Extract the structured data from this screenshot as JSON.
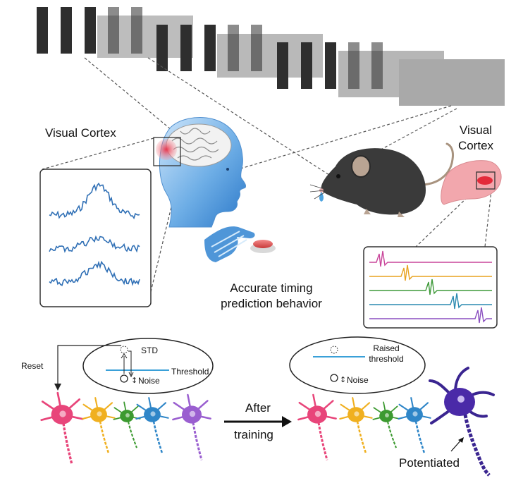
{
  "labels": {
    "visual_cortex_human": "Visual Cortex",
    "visual_cortex_mouse_line1": "Visual",
    "visual_cortex_mouse_line2": "Cortex",
    "behavior_line1": "Accurate timing",
    "behavior_line2": "prediction behavior",
    "reset": "Reset",
    "std": "STD",
    "threshold": "Threshold",
    "noise_left": "Noise",
    "raised_threshold_line1": "Raised",
    "raised_threshold_line2": "threshold",
    "noise_right": "Noise",
    "after_line1": "After",
    "after_line2": "training",
    "potentiated": "Potentiated"
  },
  "colors": {
    "stimulus_bar": "#2e2e2e",
    "stimulus_panel": "#b4b4b4",
    "eeg_trace": "#2f6fb5",
    "threshold_line": "#3aa0d8",
    "spike_traces": [
      "#c9459a",
      "#e8a21f",
      "#3f9a3a",
      "#2a8ab0",
      "#8a4fc0"
    ],
    "neurons": [
      "#e8457a",
      "#f0b020",
      "#3c9a30",
      "#2f86c8",
      "#9a5fd0"
    ],
    "potentiated_neuron": "#4a2aa8"
  },
  "icons": {
    "human_head": "head-with-brain-icon",
    "mouse": "mouse-icon",
    "mouse_brain": "mouse-brain-icon",
    "hand_button": "hand-pressing-button-icon"
  }
}
